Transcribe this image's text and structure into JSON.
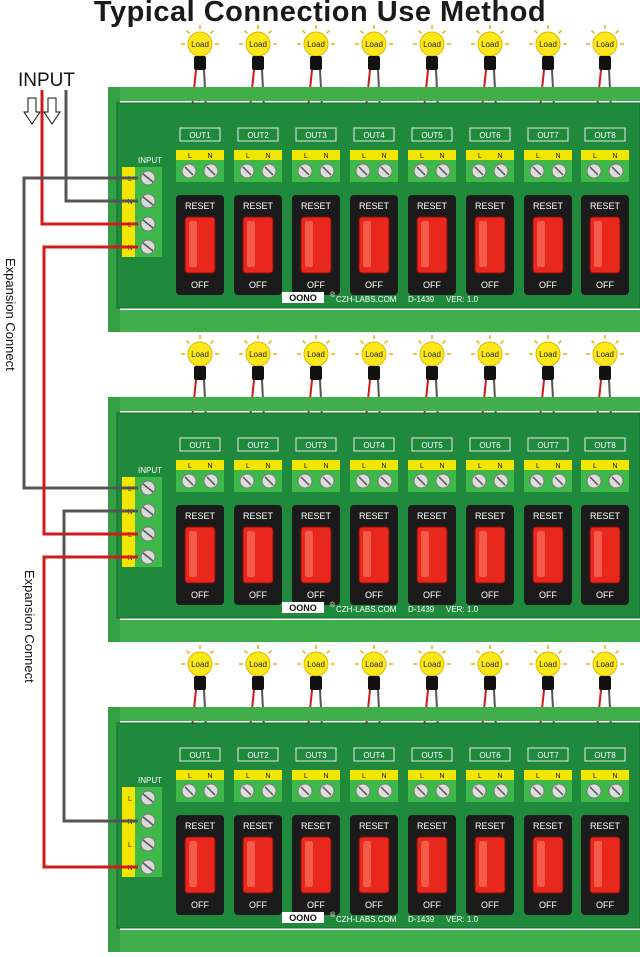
{
  "title": "Typical Connection Use Method",
  "input_label": "INPUT",
  "expansion_label": "Expansion Connect",
  "board": {
    "input_header": "INPUT",
    "brand": "OONO",
    "brand_mark": "®",
    "maker": "CZH-LABS.COM",
    "model": "D-1439",
    "version": "VER: 1.0",
    "reset_label": "RESET",
    "off_label": "OFF",
    "load_label": "Load",
    "terminal_labels": [
      "L",
      "N"
    ],
    "input_pins": [
      "L",
      "N",
      "L",
      "N"
    ],
    "outputs": [
      "OUT1",
      "OUT2",
      "OUT3",
      "OUT4",
      "OUT5",
      "OUT6",
      "OUT7",
      "OUT8"
    ],
    "count": 3
  },
  "colors": {
    "pcb": "#1f8a3c",
    "rail": "#3fae4b",
    "live_wire": "#d11a1a",
    "neutral_wire": "#555555",
    "switch": "#e8281c",
    "bulb": "#ffe81a"
  }
}
